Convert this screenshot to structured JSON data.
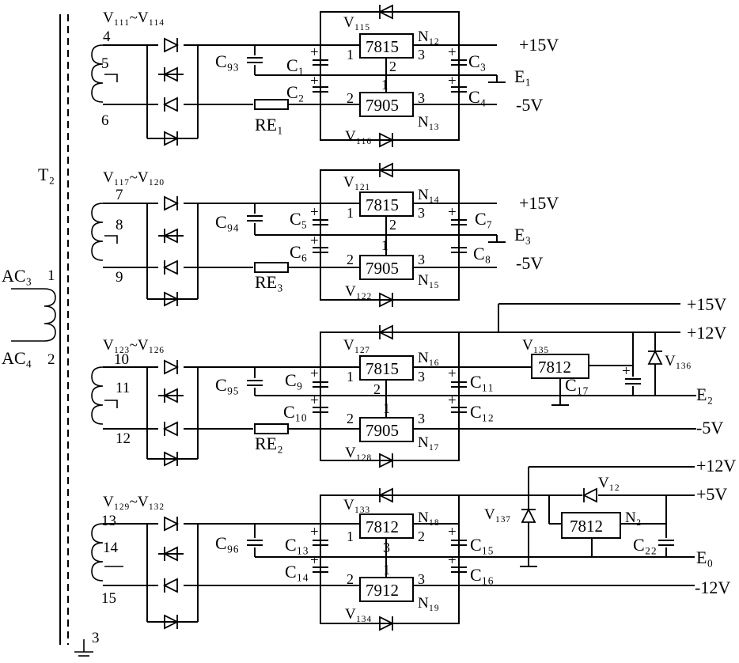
{
  "transformer": {
    "label": "T₂",
    "primary_top": "AC₃",
    "primary_top_pin": "1",
    "primary_bottom": "AC₄",
    "primary_bottom_pin": "2",
    "ground_pin": "3"
  },
  "stages": [
    {
      "diodes": "V₁₁₁~V₁₁₄",
      "pins": [
        "4",
        "5",
        "6"
      ],
      "filter_cap": "C₉₃",
      "resistor": "RE₁",
      "pos_reg": {
        "code": "7815",
        "name": "N₁₂",
        "in_pin": "1",
        "gnd_pin": "2",
        "out_pin": "3"
      },
      "neg_reg": {
        "code": "7905",
        "name": "N₁₃",
        "gnd_pin": "1",
        "in_pin": "2",
        "out_pin": "3"
      },
      "top_diode": "V₁₁₅",
      "bottom_diode": "V₁₁₆",
      "caps": [
        "C₁",
        "C₂",
        "C₃",
        "C₄"
      ],
      "out_pos": "+15V",
      "ground": "E₁",
      "out_neg": "-5V"
    },
    {
      "diodes": "V₁₁₇~V₁₂₀",
      "pins": [
        "7",
        "8",
        "9"
      ],
      "filter_cap": "C₉₄",
      "resistor": "RE₃",
      "pos_reg": {
        "code": "7815",
        "name": "N₁₄",
        "in_pin": "1",
        "gnd_pin": "2",
        "out_pin": "3"
      },
      "neg_reg": {
        "code": "7905",
        "name": "N₁₅",
        "gnd_pin": "1",
        "in_pin": "2",
        "out_pin": "3"
      },
      "top_diode": "V₁₂₁",
      "bottom_diode": "V₁₂₂",
      "caps": [
        "C₅",
        "C₆",
        "C₇",
        "C₈"
      ],
      "out_pos": "+15V",
      "ground": "E₃",
      "out_neg": "-5V"
    },
    {
      "diodes": "V₁₂₃~V₁₂₆",
      "pins": [
        "10",
        "11",
        "12"
      ],
      "filter_cap": "C₉₅",
      "resistor": "RE₂",
      "pos_reg": {
        "code": "7815",
        "name": "N₁₆",
        "in_pin": "1",
        "gnd_pin": "2",
        "out_pin": "3"
      },
      "neg_reg": {
        "code": "7905",
        "name": "N₁₇",
        "gnd_pin": "1",
        "in_pin": "2",
        "out_pin": "3"
      },
      "top_diode": "V₁₂₇",
      "bottom_diode": "V₁₂₈",
      "caps": [
        "C₉",
        "C₁₀",
        "C₁₁",
        "C₁₂"
      ],
      "aux_reg": {
        "code": "7812",
        "name": "V₁₃₅",
        "cap": "C₁₇",
        "zener": "V₁₃₆"
      },
      "out_pos": "+15V",
      "out_pos2": "+12V",
      "ground": "E₂",
      "out_neg": "-5V"
    },
    {
      "diodes": "V₁₂₉~V₁₃₂",
      "pins": [
        "13",
        "14",
        "15"
      ],
      "filter_cap": "C₉₆",
      "pos_reg": {
        "code": "7812",
        "name": "N₁₈",
        "in_pin": "1",
        "gnd_pin": "3",
        "out_pin": "2"
      },
      "neg_reg": {
        "code": "7912",
        "name": "N₁₉",
        "gnd_pin": "1",
        "in_pin": "2",
        "out_pin": "3"
      },
      "top_diode": "V₁₃₃",
      "bottom_diode": "V₁₃₄",
      "caps": [
        "C₁₃",
        "C₁₄",
        "C₁₅",
        "C₁₆"
      ],
      "zener": "V₁₃₇",
      "aux_reg": {
        "code": "7812",
        "name": "N₂",
        "diode": "V₁₂",
        "cap": "C₂₂"
      },
      "out_pos": "+12V",
      "out_pos2": "+5V",
      "ground": "E₀",
      "out_neg": "-12V"
    }
  ]
}
